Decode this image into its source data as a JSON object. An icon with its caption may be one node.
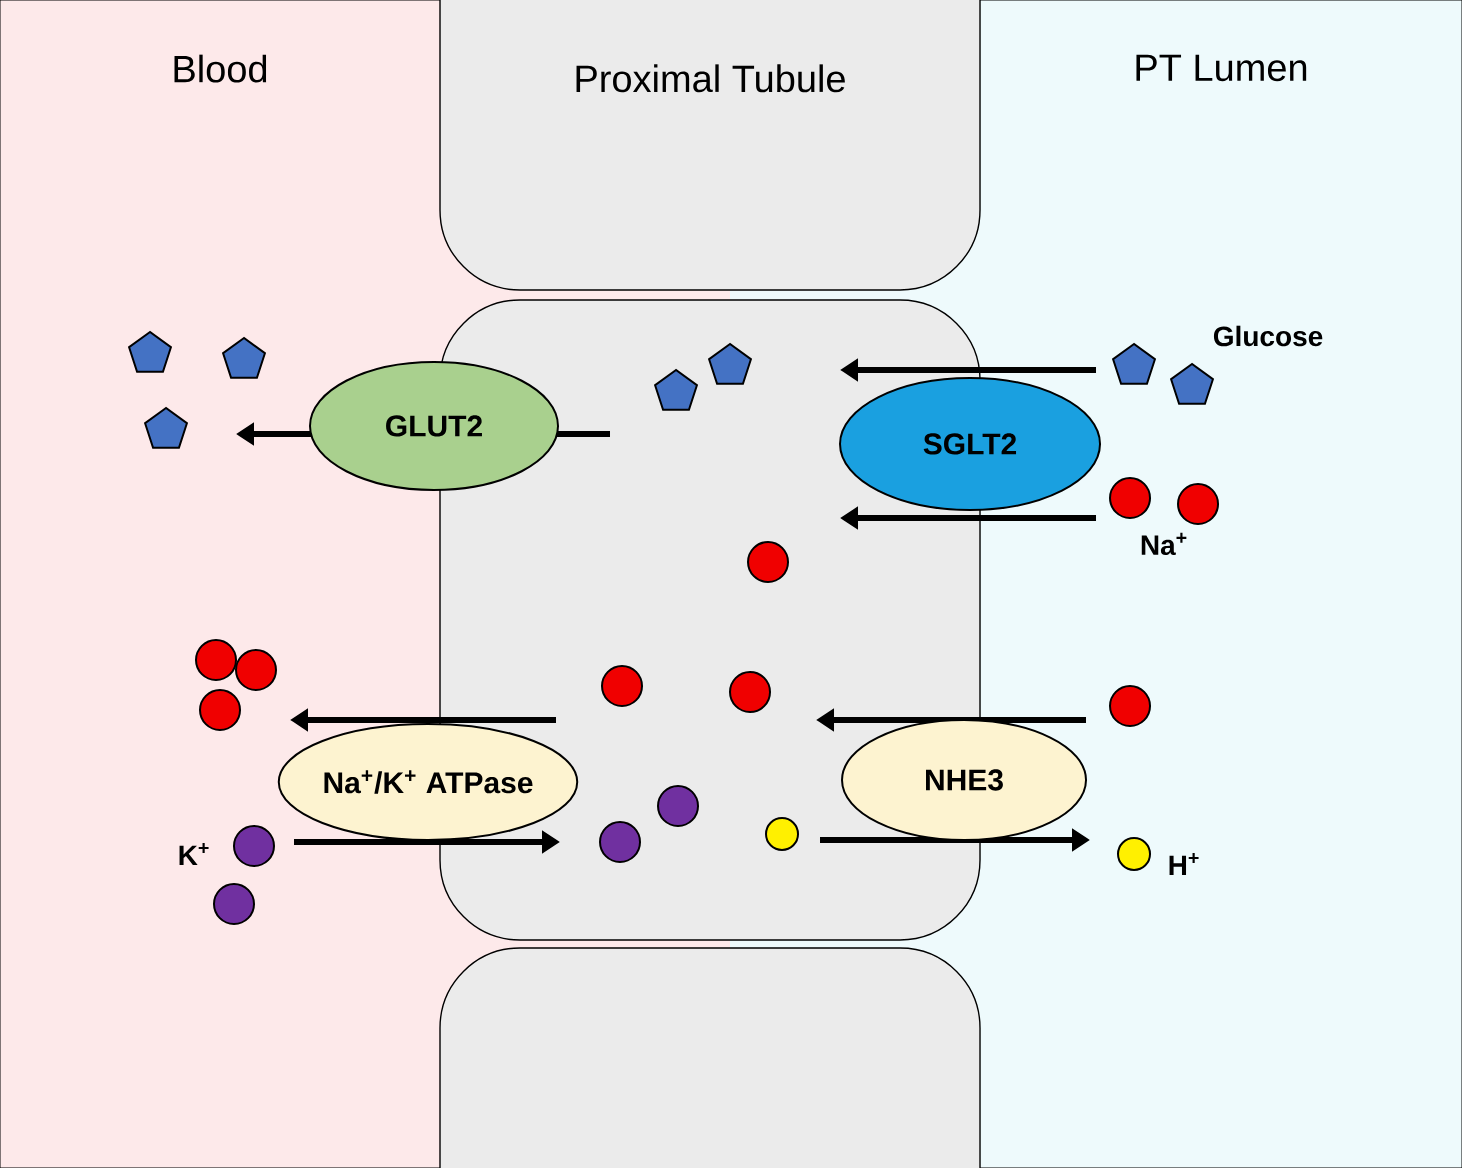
{
  "diagram": {
    "nodes": [
      {
        "text": [
          "Blood"
        ]
      },
      {
        "text": [
          "Proximal Tubule"
        ]
      },
      {
        "text": [
          "PT Lumen"
        ]
      },
      {
        "text": [
          "GLUT2"
        ]
      },
      {
        "text": [
          "SGLT2"
        ]
      },
      {
        "text": [
          "Na$^{+}$/K$^{+}$ ATPase"
        ]
      },
      {
        "text": [
          "NHE3"
        ]
      }
    ],
    "labels": [
      "Glucose",
      "Na$^{+}$",
      "K$^{+}$",
      "H$^{+}$"
    ]
  }
}
